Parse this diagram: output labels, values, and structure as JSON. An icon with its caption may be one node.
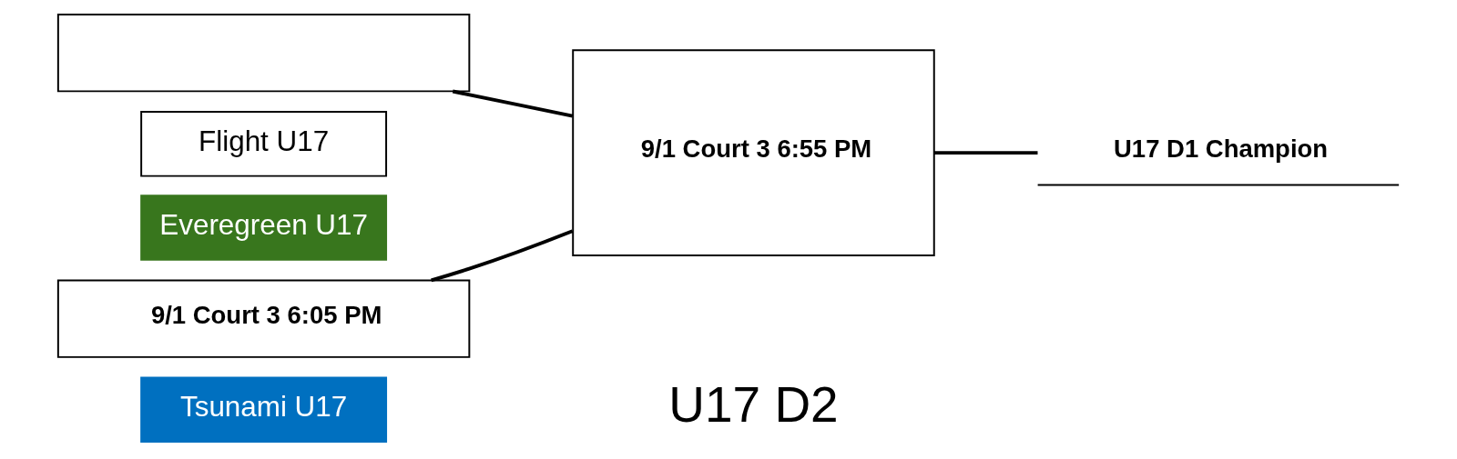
{
  "diagram": {
    "nodes": [
      {
        "text": [],
        "shape": "box"
      },
      {
        "text": [
          "Flight U17"
        ]
      },
      {
        "text": [
          "Everegreen U17"
        ]
      },
      {
        "text": [
          "9/1 Court 3 6:05 PM"
        ]
      },
      {
        "text": [
          "Tsunami U17"
        ]
      },
      {
        "text": [
          "9/1 Court 3 6:55 PM"
        ]
      },
      {
        "text": [
          "U17 D1 Champion"
        ]
      }
    ],
    "edges": [
      {
        "from": 0,
        "to": 5,
        "arrow": "none"
      },
      {
        "from": 3,
        "to": 5,
        "arrow": "none"
      },
      {
        "from": 5,
        "to": 6,
        "arrow": "none"
      }
    ],
    "labels": [
      "U17 D2"
    ]
  }
}
